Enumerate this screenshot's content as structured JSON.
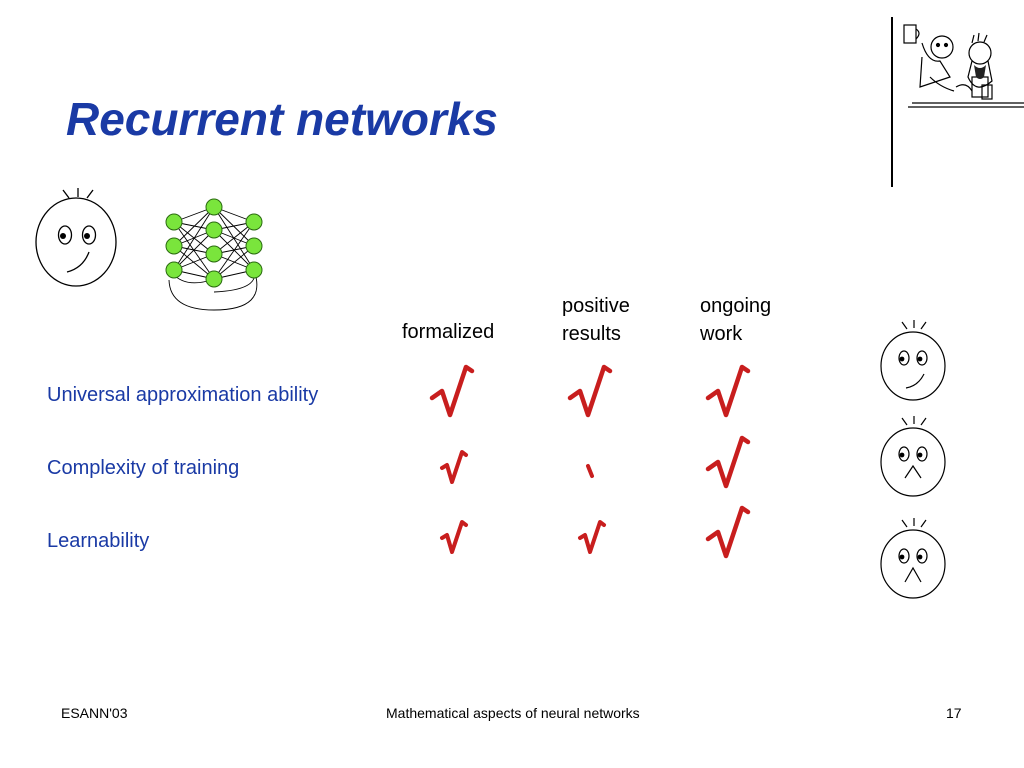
{
  "slide": {
    "title": "Recurrent networks",
    "accent_color": "#1a3aa5",
    "check_color": "#c81e1e"
  },
  "table": {
    "columns": [
      "formalized",
      "positive\nresults",
      "ongoing\nwork"
    ],
    "rows": [
      {
        "label": "Universal approximation ability",
        "status": [
          "full",
          "full",
          "full"
        ],
        "face": "smiling-face-icon"
      },
      {
        "label": "Complexity of training",
        "status": [
          "partial",
          "mark",
          "full"
        ],
        "face": "frowning-face-icon"
      },
      {
        "label": "Learnability",
        "status": [
          "partial",
          "partial",
          "full"
        ],
        "face": "frowning-face-icon"
      }
    ]
  },
  "footer": {
    "left": "ESANN'03",
    "center": "Mathematical aspects of neural networks",
    "right": "17"
  },
  "icons": {
    "header_face": "smiling-face-icon",
    "network": "recurrent-network-icon",
    "cartoon": "cartoon-sketch-icon"
  }
}
